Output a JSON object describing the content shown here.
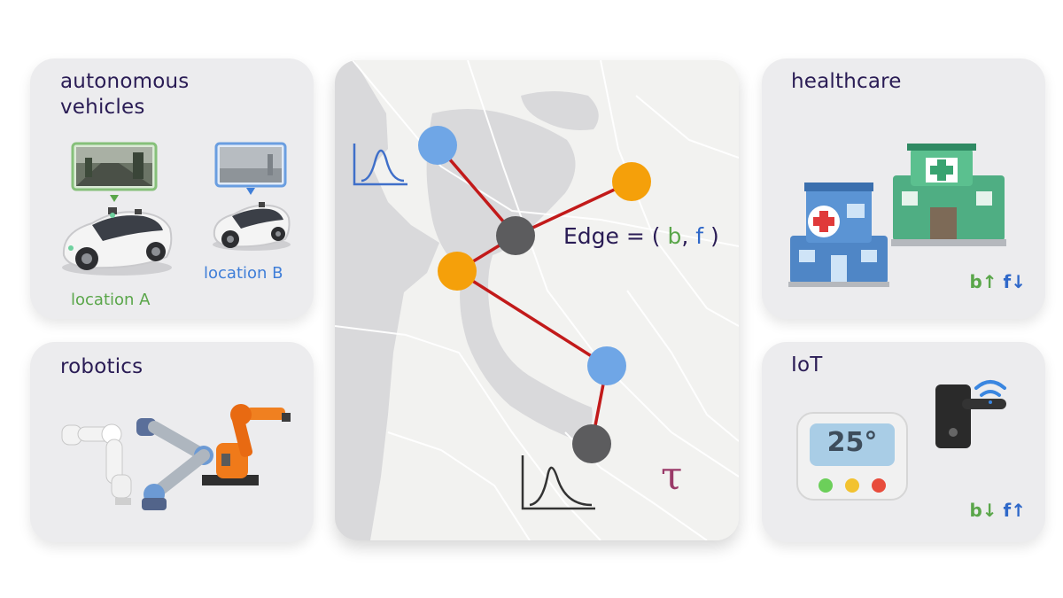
{
  "cards": {
    "autonomous": {
      "title": "autonomous\nvehicles",
      "location_a": "location A",
      "location_b": "location B"
    },
    "robotics": {
      "title": "robotics"
    },
    "healthcare": {
      "title": "healthcare",
      "arrows": {
        "b": "b",
        "b_dir": "↑",
        "f": "f",
        "f_dir": "↓"
      }
    },
    "iot": {
      "title": "IoT",
      "thermostat_value": "25°",
      "arrows": {
        "b": "b",
        "b_dir": "↓",
        "f": "f",
        "f_dir": "↑"
      }
    }
  },
  "graph": {
    "edge_prefix": "Edge = (",
    "edge_b": "b",
    "edge_sep": ",",
    "edge_f": "f",
    "edge_suffix": ")",
    "tau": "τ"
  },
  "colors": {
    "card_bg": "#ececee",
    "title": "#2a1c55",
    "green": "#5aa64a",
    "blue": "#2f68c9",
    "node_blue": "#6fa6e6",
    "node_orange": "#f5a00a",
    "node_gray": "#5c5c5e",
    "edge_red": "#c21a1a",
    "tau": "#9a3a68"
  }
}
